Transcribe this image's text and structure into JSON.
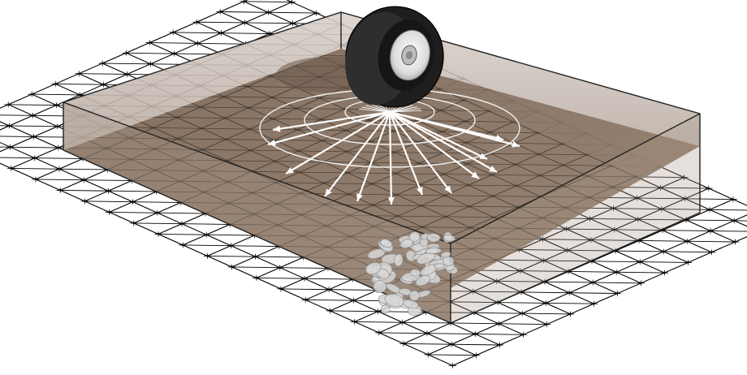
{
  "scene": {
    "subject": "wheel-load-on-geogrid-reinforced-base",
    "has_text_labels": false
  },
  "colors": {
    "background": "#ffffff",
    "base_fill": "#8a7563",
    "base_fill_dark": "#6f5c4c",
    "box_wall": "#c8bcb3",
    "box_wall_top": "#d9d0ca",
    "geogrid_line": "#000000",
    "load_arrow": "#ffffff",
    "tire_rubber": "#202020",
    "tire_tread": "#2f2f2f",
    "rim": "#e8e8e8",
    "stone": "#d8d8d8",
    "shadow": "#6b5a4d"
  },
  "icons": {
    "wheel": "tire-icon",
    "rim": "wheel-rim-icon",
    "stones": "aggregate-stones-icon",
    "arrows": "load-distribution-arrows",
    "grid": "geogrid-mesh"
  }
}
